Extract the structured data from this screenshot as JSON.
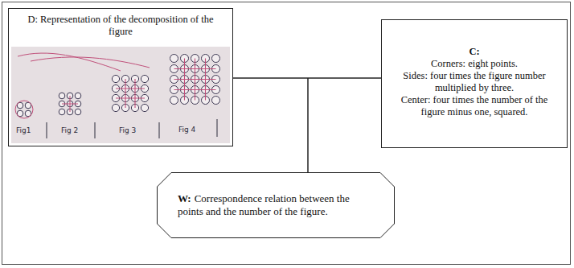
{
  "diagram": {
    "nodes": [
      {
        "text": [
          "D: Representation of the decomposition of the figure"
        ]
      },
      {
        "text": [
          "C:",
          "Corners: eight points.",
          "Sides: four times the figure number multiplied by three.",
          "Center: four times the number of the figure minus one, squared."
        ]
      },
      {
        "text": [
          "W:",
          "Correspondence relation between the points and the number of the figure."
        ]
      }
    ],
    "edges": [
      {
        "from": 0,
        "to": 1,
        "arrow": "none"
      },
      {
        "from": 0,
        "to": 2,
        "arrow": "none"
      },
      {
        "from": 1,
        "to": 2,
        "arrow": "none"
      }
    ],
    "labels": [
      "Fig1",
      "Fig 2",
      "Fig 3",
      "Fig 4"
    ]
  }
}
